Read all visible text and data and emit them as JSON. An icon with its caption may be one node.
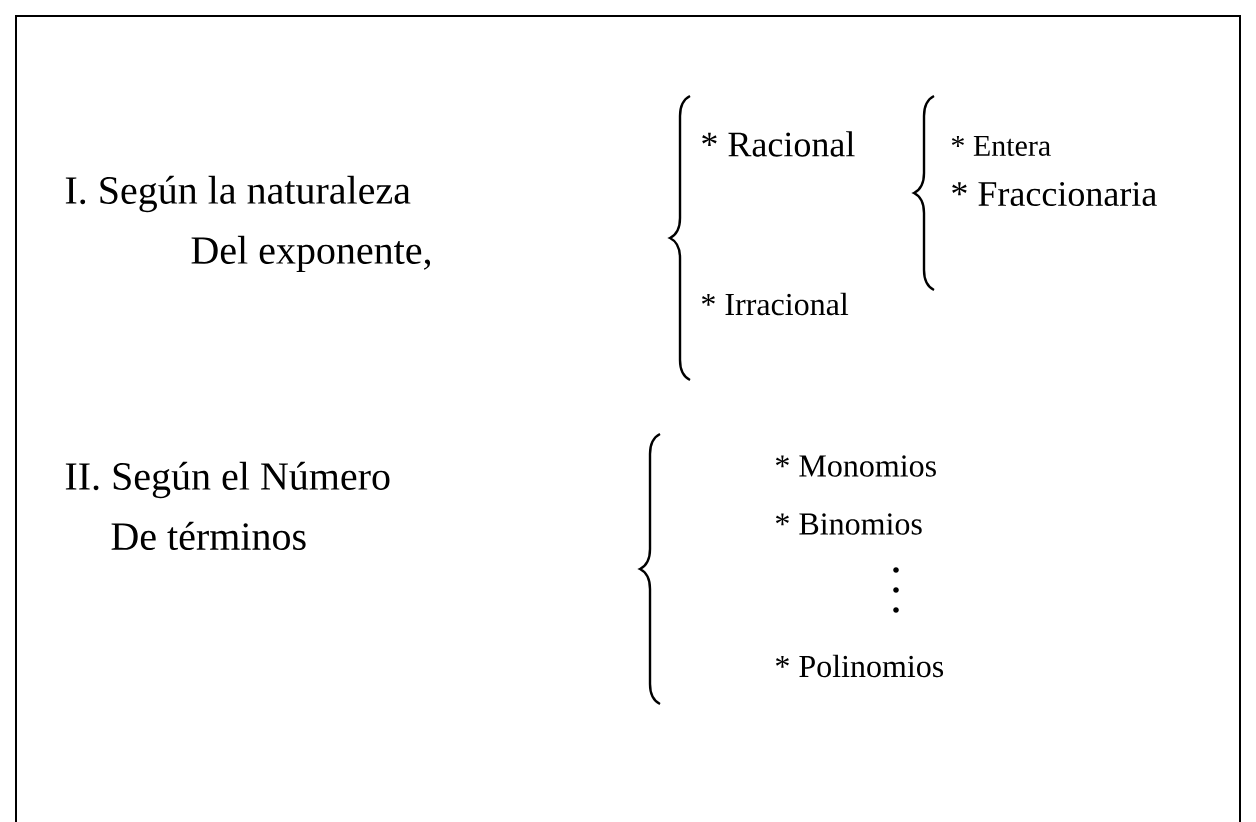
{
  "diagram": {
    "labels": [
      "I. Según la naturaleza",
      "Del exponente,",
      "* Racional",
      "* Irracional",
      "* Entera",
      "* Fraccionaria",
      "II. Según el Número",
      "De términos",
      "* Monomios",
      "* Binomios",
      "* Polinomios"
    ]
  }
}
